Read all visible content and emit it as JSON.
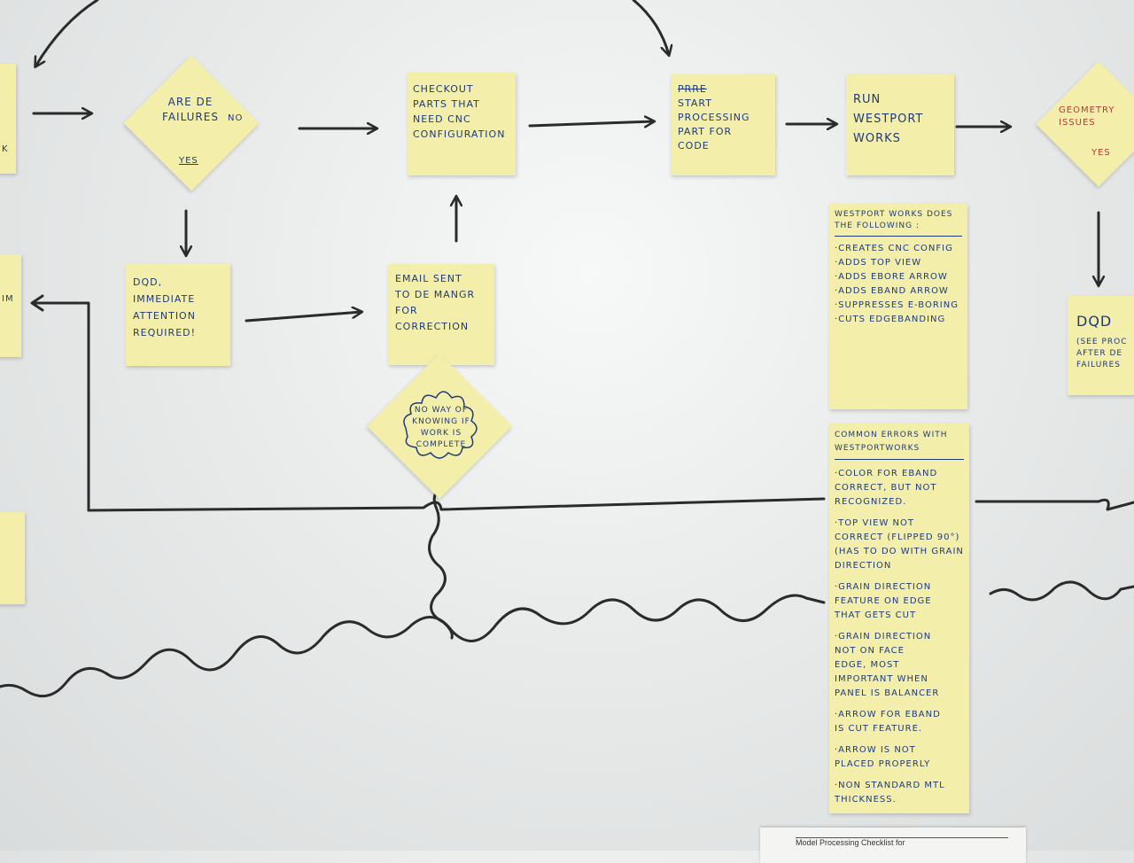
{
  "notes": {
    "left_top_fragment": "K",
    "left_mid_fragment": "IM",
    "are_de_failures": "ARE DE\nFAILURES",
    "are_de_no": "NO",
    "are_de_yes": "YES",
    "checkout": "CHECKOUT\nPARTS THAT\nNEED CNC\nCONFIGURATION",
    "start_struck": "PRRE",
    "start": "START\nPROCESSING\nPART FOR\nCODE",
    "run_westport": "RUN\nWESTPORT\nWORKS",
    "geometry_issues": "GEOMETRY\nISSUES",
    "geometry_yes": "YES",
    "dqd_immediate": "DQD,\nIMMEDIATE\nATTENTION\nREQUIRED!",
    "email_sent": "EMAIL SENT\nTO DE MANGR\nFOR CORRECTION",
    "no_way": "NO WAY OF\nKNOWING IF\nWORK IS\nCOMPLETE",
    "dqd_right_title": "DQD",
    "dqd_right_body": "(SEE PROC\nAFTER DE\nFAILURES"
  },
  "westport_does": {
    "title": "WESTPORT WORKS DOES\nTHE FOLLOWING :",
    "items": [
      "·CREATES CNC CONFIG",
      "·ADDS TOP VIEW",
      "·ADDS EBORE ARROW",
      "·ADDS EBAND ARROW",
      "·SUPPRESSES E-BORING",
      "·CUTS EDGEBANDING"
    ]
  },
  "common_errors": {
    "title": "COMMON ERRORS WITH\nWESTPORTWORKS",
    "items": [
      "·COLOR FOR EBAND\nCORRECT, BUT NOT\nRECOGNIZED.",
      "·TOP VIEW NOT\nCORRECT (FLIPPED 90°)\n(HAS TO DO WITH GRAIN\nDIRECTION",
      "·GRAIN DIRECTION\nFEATURE ON EDGE\nTHAT GETS CUT",
      "·GRAIN DIRECTION\nNOT ON FACE\nEDGE, MOST\nIMPORTANT WHEN\nPANEL IS BALANCER",
      "·ARROW FOR EBAND\nIS CUT FEATURE.",
      "·ARROW IS NOT\nPLACED PROPERLY",
      "·NON STANDARD MTL\nTHICKNESS."
    ]
  },
  "checklist_paper": {
    "title": "Model Processing Checklist for"
  },
  "colors": {
    "note": "#f3efab",
    "ink_blue": "#1f3a7a",
    "ink_red": "#b53a36",
    "marker": "#2b2b2b",
    "board": "#ecefef"
  }
}
